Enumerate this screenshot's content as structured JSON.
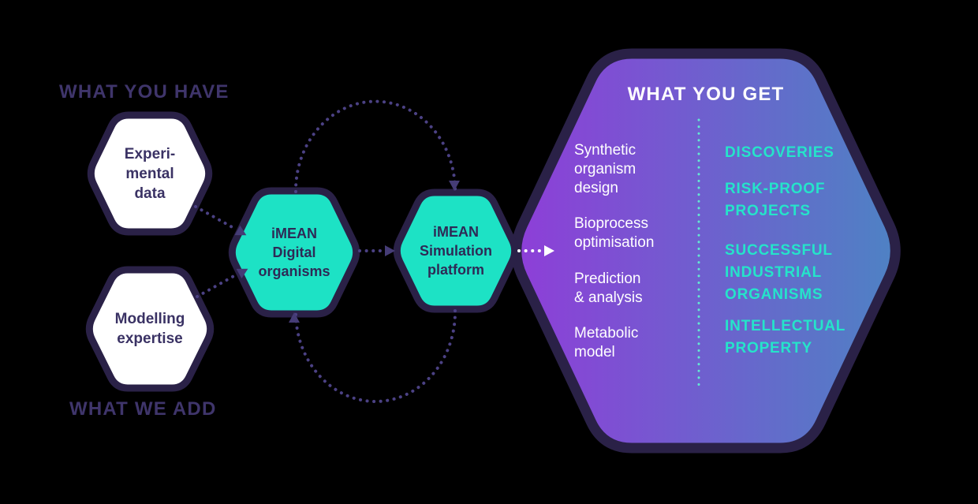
{
  "diagram": {
    "background": "#000000",
    "sections": {
      "have": {
        "heading": "WHAT YOU HAVE"
      },
      "add": {
        "heading": "WHAT WE ADD"
      },
      "get": {
        "heading": "WHAT YOU GET"
      }
    },
    "input_hexagons": {
      "experimental_data": "Experi-\nmental\ndata",
      "modelling_expertise": "Modelling\nexpertise"
    },
    "process_hexagons": {
      "digital_organisms": "iMEAN\nDigital\norganisms",
      "simulation_platform": "iMEAN\nSimulation\nplatform"
    },
    "outputs": {
      "deliverables": [
        "Synthetic\norganism\ndesign",
        "Bioprocess\noptimisation",
        "Prediction\n& analysis",
        "Metabolic\nmodel"
      ],
      "benefits": [
        "DISCOVERIES",
        "RISK-PROOF\nPROJECTS",
        "SUCCESSFUL\nINDUSTRIAL\nORGANISMS",
        "INTELLECTUAL\nPROPERTY"
      ]
    },
    "colors": {
      "teal": "#1DE2C5",
      "gradient_purple": "#8E3ED8",
      "gradient_blue": "#4E82C4",
      "outline_dark": "#2A2147",
      "heading_purple": "#3F356B",
      "arrow_purple": "#4B4184",
      "white": "#FFFFFF"
    }
  }
}
